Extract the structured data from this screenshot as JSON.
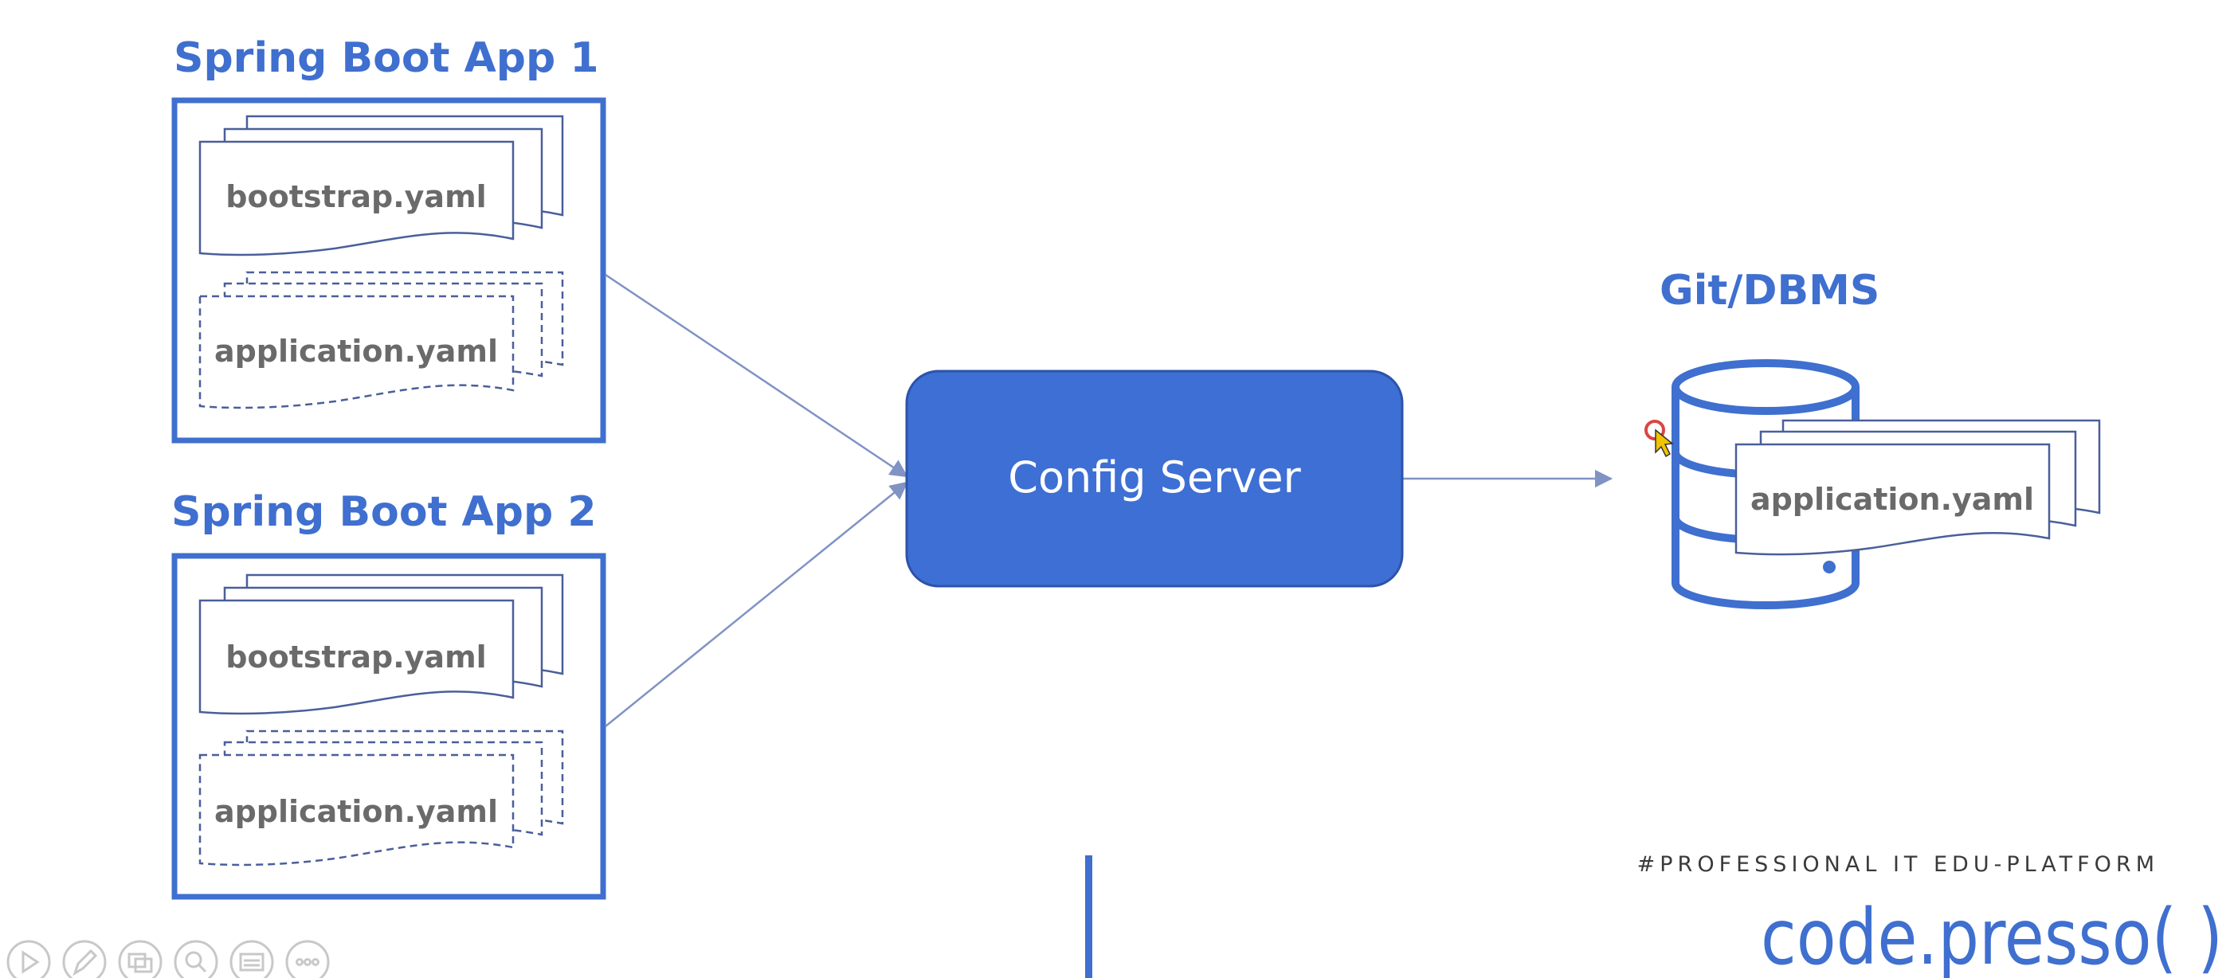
{
  "app1": {
    "title": "Spring Boot App 1",
    "bootstrap_file": "bootstrap.yaml",
    "application_file": "application.yaml"
  },
  "app2": {
    "title": "Spring Boot App 2",
    "bootstrap_file": "bootstrap.yaml",
    "application_file": "application.yaml"
  },
  "config_server": {
    "label": "Config Server"
  },
  "repository": {
    "title": "Git/DBMS",
    "file": "application.yaml"
  },
  "branding": {
    "tagline": "#PROFESSIONAL IT EDU-PLATFORM",
    "logo_text": "code.presso( )"
  },
  "colors": {
    "accent": "#3f6fcf",
    "server_fill": "#3d6fd4",
    "outline": "#4a5f9a",
    "doc_text": "#6a6a6a"
  },
  "player_controls": [
    "play-icon",
    "pen-icon",
    "slides-icon",
    "zoom-icon",
    "subtitles-icon",
    "more-icon"
  ]
}
